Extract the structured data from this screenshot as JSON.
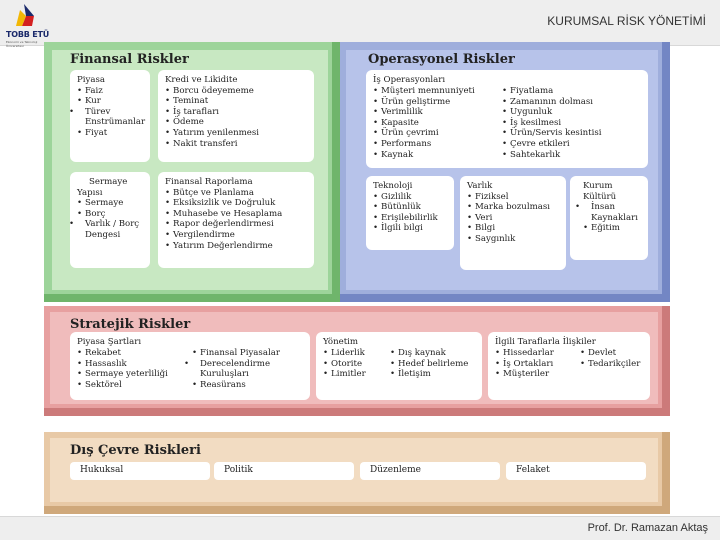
{
  "header": {
    "logo_text": "TOBB ETÜ",
    "logo_subtext": "Ekonomi ve Teknoloji Üniversitesi",
    "title": "KURUMSAL RİSK YÖNETİMİ"
  },
  "footer": {
    "author": "Prof. Dr. Ramazan Aktaş"
  },
  "colors": {
    "financial": "#9dd49a",
    "operational": "#9faedc",
    "strategic": "#e7a0a0",
    "external": "#e8c9a6"
  },
  "financial": {
    "title": "Finansal Riskler",
    "piyasa": {
      "title": "Piyasa",
      "items": [
        "Faiz",
        "Kur",
        "Türev Enstrümanlar",
        "Fiyat"
      ]
    },
    "kredi": {
      "title": "Kredi ve Likidite",
      "items": [
        "Borcu ödeyememe",
        "Teminat",
        "İş tarafları",
        "Ödeme",
        "Yatırım yenilenmesi",
        "Nakit transferi"
      ]
    },
    "sermaye": {
      "title_line1": "Sermaye",
      "title_line2": "Yapısı",
      "items": [
        "Sermaye",
        "Borç",
        "Varlık / Borç Dengesi"
      ]
    },
    "raporlama": {
      "title": "Finansal Raporlama",
      "items": [
        "Bütçe ve Planlama",
        "Eksiksizlik ve Doğruluk",
        "Muhasebe ve Hesaplama",
        "Rapor değerlendirmesi",
        "Vergilendirme",
        "Yatırım Değerlendirme"
      ]
    }
  },
  "operational": {
    "title": "Operasyonel Riskler",
    "is_operasyonlari": {
      "title": "İş Operasyonları",
      "left_items": [
        "Müşteri memnuniyeti",
        "Ürün geliştirme",
        "Verimlilik",
        "Kapasite",
        "Ürün çevrimi",
        "Performans",
        "Kaynak"
      ],
      "right_items": [
        "Fiyatlama",
        "Zamanının dolması",
        "Uygunluk",
        "İş kesilmesi",
        "Ürün/Servis kesintisi",
        "Çevre etkileri",
        "Sahtekarlık"
      ]
    },
    "teknoloji": {
      "title": "Teknoloji",
      "items": [
        "Gizlilik",
        "Bütünlük",
        "Erişilebilirlik",
        "İlgili bilgi"
      ]
    },
    "varlik": {
      "title": "Varlık",
      "items": [
        "Fiziksel",
        "Marka bozulması",
        "Veri",
        "Bilgi",
        "Saygınlık"
      ]
    },
    "kurum": {
      "title_line1": "Kurum",
      "title_line2": "Kültürü",
      "items": [
        "İnsan Kaynakları",
        "Eğitim"
      ]
    }
  },
  "strategic": {
    "title": "Stratejik Riskler",
    "piyasa": {
      "title": "Piyasa Şartları",
      "left_items": [
        "Rekabet",
        "Hassaslık",
        "Sermaye yeterliliği",
        "Sektörel"
      ],
      "right_items": [
        "Finansal Piyasalar",
        "Derecelendirme Kuruluşları",
        "Reasürans"
      ]
    },
    "yonetim": {
      "title": "Yönetim",
      "left_items": [
        "Liderlik",
        "Otorite",
        "Limitler"
      ],
      "right_items": [
        "Dış kaynak",
        "Hedef belirleme",
        "İletişim"
      ]
    },
    "taraflar": {
      "title": "İlgili Taraflarla İlişkiler",
      "left_items": [
        "Hissedarlar",
        "İş Ortakları",
        "Müşteriler"
      ],
      "right_items": [
        "Devlet",
        "Tedarikçiler"
      ]
    }
  },
  "external": {
    "title": "Dış Çevre Riskleri",
    "items": [
      "Hukuksal",
      "Politik",
      "Düzenleme",
      "Felaket"
    ]
  }
}
